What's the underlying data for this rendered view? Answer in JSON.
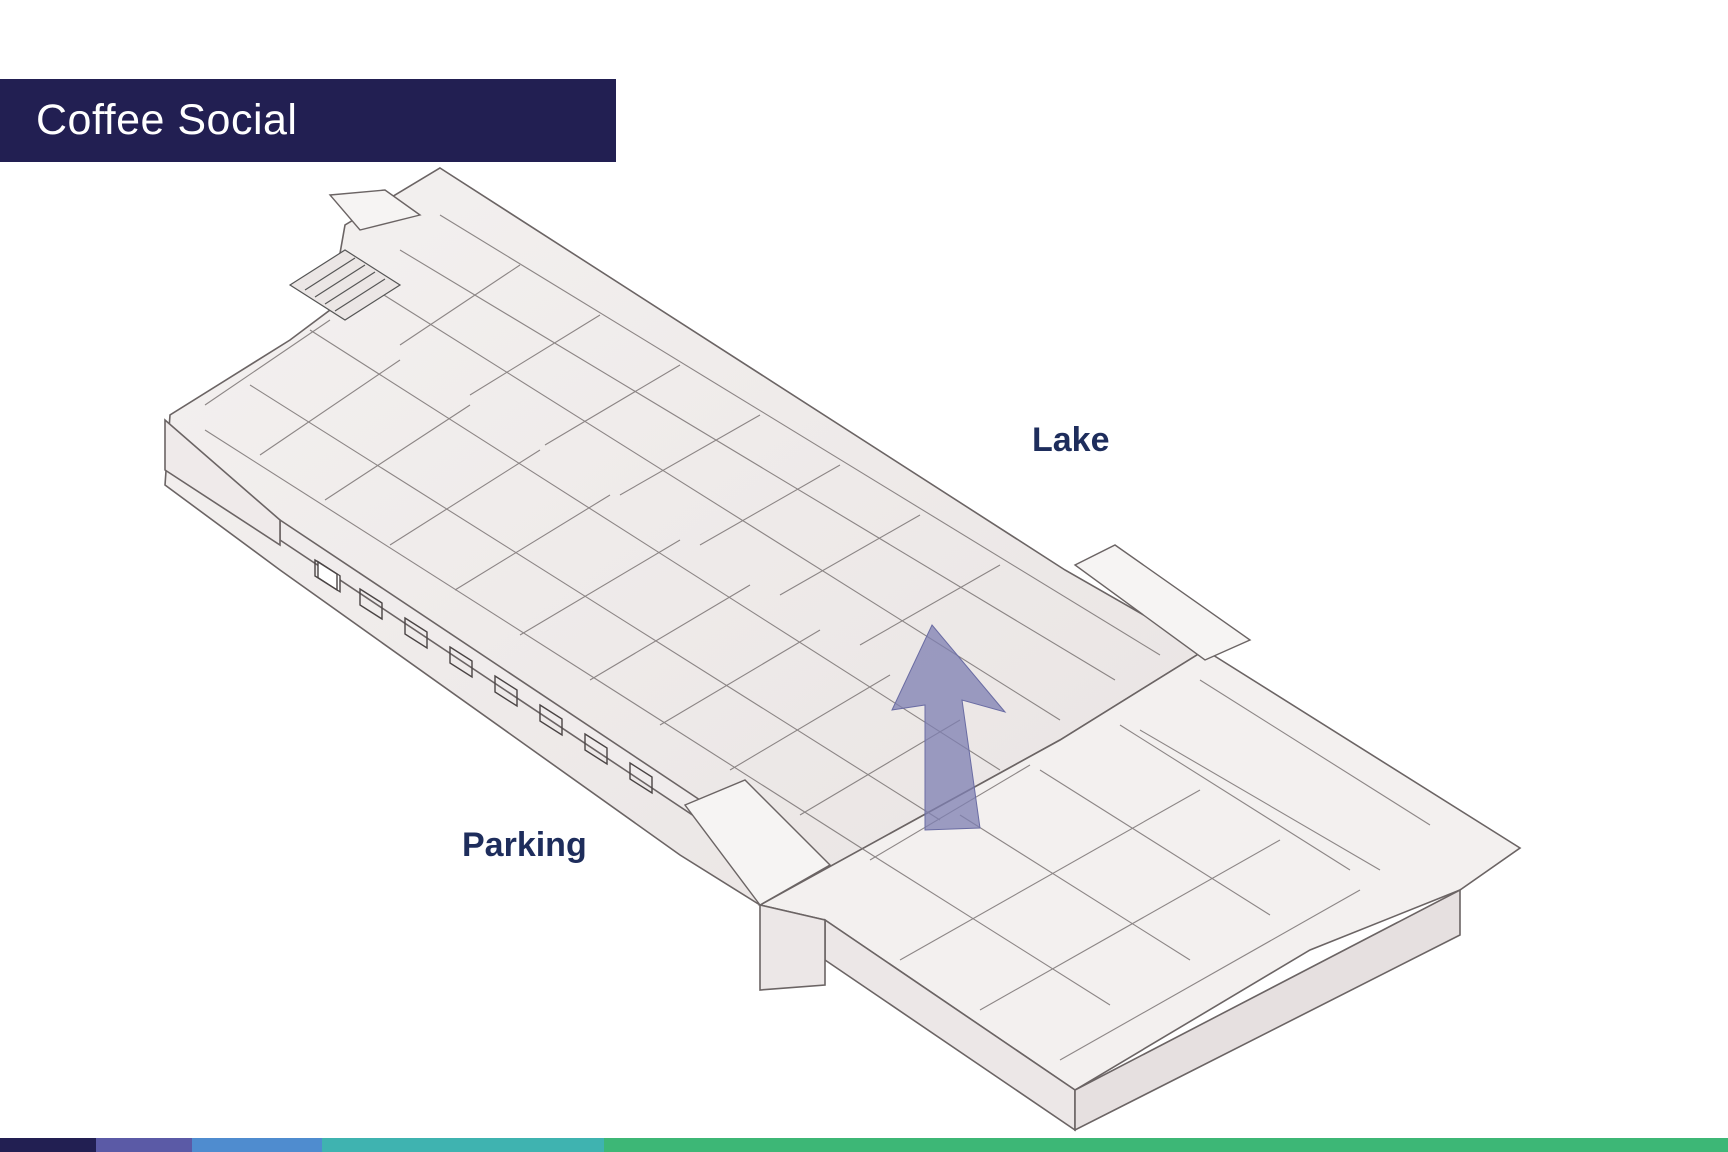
{
  "header": {
    "title": "Coffee Social"
  },
  "labels": {
    "lake": "Lake",
    "parking": "Parking"
  },
  "colors": {
    "banner_bg": "#221f52",
    "label_text": "#1e2d5c",
    "arrow_fill": "#7d7fb1",
    "footer": [
      "#221f52",
      "#5b5aa6",
      "#4f8ccf",
      "#3fb3b0",
      "#3db776"
    ]
  },
  "icons": {
    "arrow": "direction-arrow-icon"
  }
}
